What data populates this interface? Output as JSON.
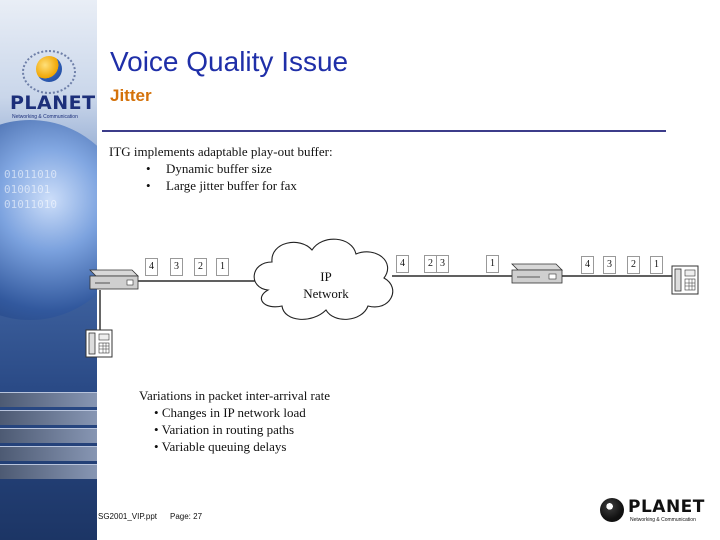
{
  "header": {
    "title": "Voice Quality Issue",
    "subtitle": "Jitter"
  },
  "logo_top": {
    "word": "PLANET",
    "tagline": "Networking & Communication"
  },
  "left_panel": {
    "bits": [
      "01011010",
      "0100101",
      "01011010"
    ]
  },
  "intro": {
    "text": "ITG implements adaptable play-out buffer:",
    "bullets": [
      "Dynamic buffer size",
      "Large jitter buffer for fax"
    ]
  },
  "diagram": {
    "cloud_label_line1": "IP",
    "cloud_label_line2": "Network",
    "packets_send": [
      "4",
      "3",
      "2",
      "1"
    ],
    "packets_network": [
      "4",
      "2",
      "3",
      "1"
    ],
    "packets_receive": [
      "4",
      "3",
      "2",
      "1"
    ]
  },
  "variations": {
    "heading": "Variations in packet inter-arrival rate",
    "items": [
      "Changes in IP network load",
      "Variation in routing paths",
      "Variable queuing delays"
    ]
  },
  "footer": {
    "file": "SG2001_VIP.ppt",
    "page": "Page: 27"
  },
  "logo_bottom": {
    "word": "PLANET",
    "tagline": "Networking & Communication"
  },
  "colors": {
    "title": "#1f2fa8",
    "subtitle": "#d4720a",
    "divider": "#3c3c8a"
  }
}
